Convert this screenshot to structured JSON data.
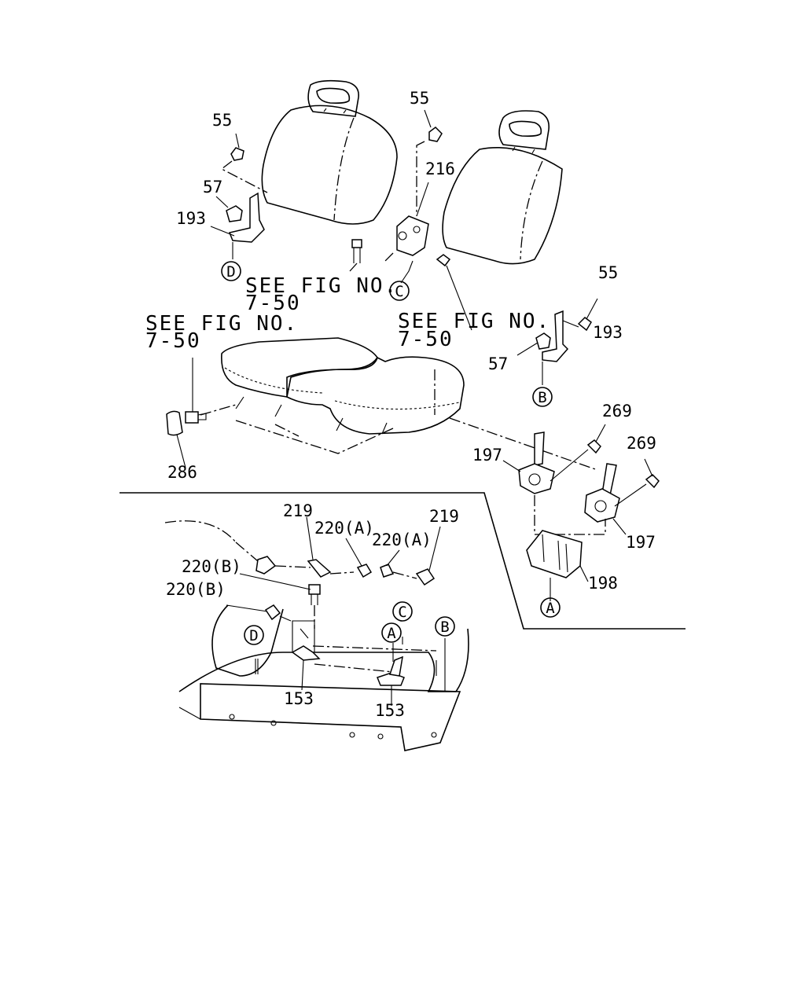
{
  "labels": {
    "p55_a": "55",
    "p55_b": "55",
    "p55_c": "55",
    "p57_a": "57",
    "p57_b": "57",
    "p193_a": "193",
    "p193_b": "193",
    "p216": "216",
    "p269_a": "269",
    "p269_b": "269",
    "p197_a": "197",
    "p197_b": "197",
    "p198": "198",
    "p286": "286",
    "p219_a": "219",
    "p219_b": "219",
    "p220a_a": "220(A)",
    "p220a_b": "220(A)",
    "p220b_a": "220(B)",
    "p220b_b": "220(B)",
    "p153_a": "153",
    "p153_b": "153"
  },
  "references": {
    "see_fig_1_line1": "SEE FIG NO.",
    "see_fig_1_line2": "7-50",
    "see_fig_2_line1": "SEE FIG NO.",
    "see_fig_2_line2": "7-50",
    "see_fig_3_line1": "SEE FIG NO.",
    "see_fig_3_line2": "7-50"
  },
  "callouts": {
    "D_top": "D",
    "C_top": "C",
    "B_top": "B",
    "A_top": "A",
    "C_floor": "C",
    "A_floor": "A",
    "B_floor": "B",
    "D_floor": "D"
  }
}
